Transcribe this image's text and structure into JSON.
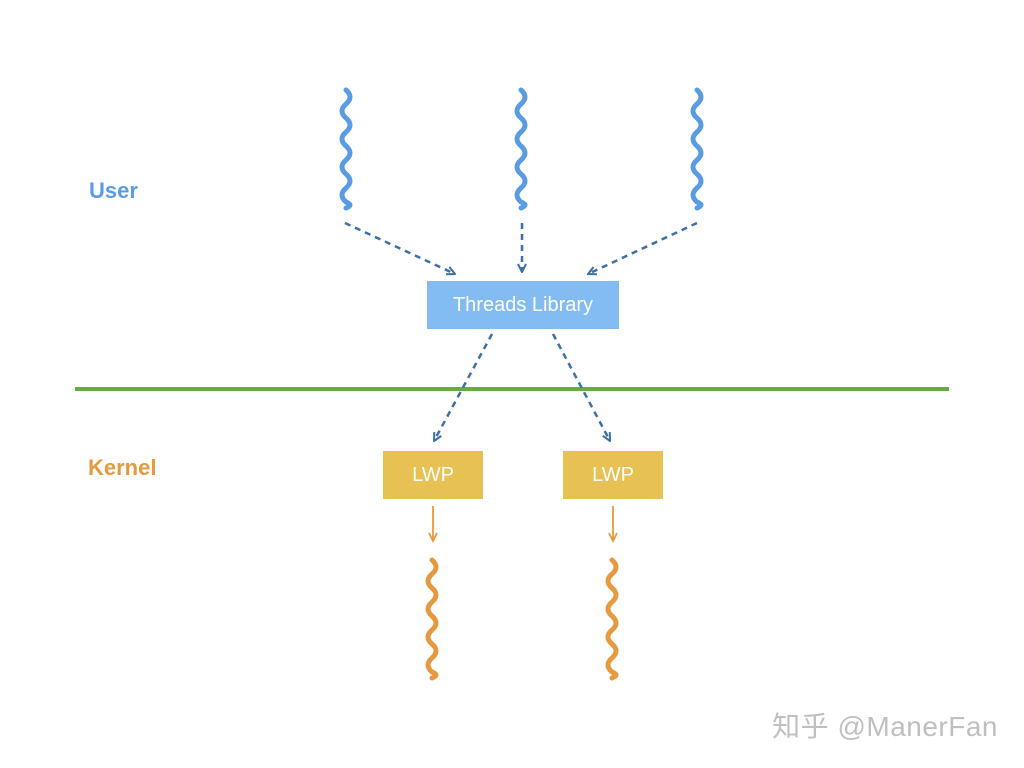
{
  "labels": {
    "user": "User",
    "kernel": "Kernel"
  },
  "threads_library": {
    "label": "Threads Library"
  },
  "lwps": [
    {
      "label": "LWP"
    },
    {
      "label": "LWP"
    }
  ],
  "watermark": "知乎 @ManerFan",
  "colors": {
    "user": "#5a9be6",
    "kernel": "#e59a3f",
    "library_box": "#82bcf3",
    "lwp_box": "#e8c155",
    "dashed_arrow": "#3d6fa8",
    "divider": "#6aaa43"
  }
}
